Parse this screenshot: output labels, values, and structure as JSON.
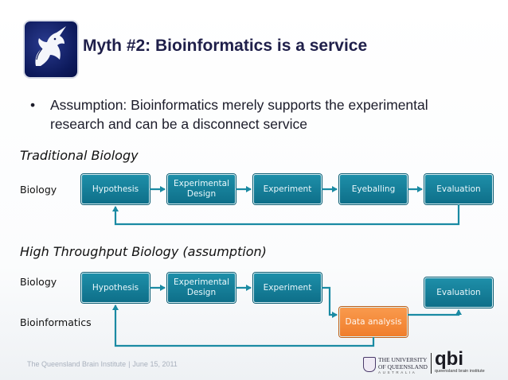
{
  "slide": {
    "title": "Myth #2: Bioinformatics is a service",
    "bullet": {
      "symbol": "•",
      "text": "Assumption: Bioinformatics merely supports the experimental research and can be a disconnect service"
    }
  },
  "traditional": {
    "heading": "Traditional Biology",
    "row_label": "Biology",
    "steps": [
      "Hypothesis",
      "Experimental Design",
      "Experiment",
      "Eyeballing",
      "Evaluation"
    ]
  },
  "high_throughput": {
    "heading": "High Throughput Biology (assumption)",
    "biology_label": "Biology",
    "bioinformatics_label": "Bioinformatics",
    "steps": [
      "Hypothesis",
      "Experimental Design",
      "Experiment",
      "Evaluation"
    ],
    "bioinformatics_step": "Data analysis"
  },
  "footer": {
    "institute": "The Queensland Brain Institute",
    "separator": "|",
    "date": "June 15, 2011",
    "uq_name_line1": "THE UNIVERSITY",
    "uq_name_line2": "OF QUEENSLAND",
    "uq_country": "AUSTRALIA",
    "qbi_logo": "qbi",
    "qbi_sub": "queensland brain institute"
  },
  "colors": {
    "process_box": "#0e7a94",
    "analysis_box": "#f5883a",
    "arrow": "#1a8aa3",
    "title": "#1f1f4a"
  },
  "icons": {
    "logo": "unicorn-logo-icon"
  }
}
